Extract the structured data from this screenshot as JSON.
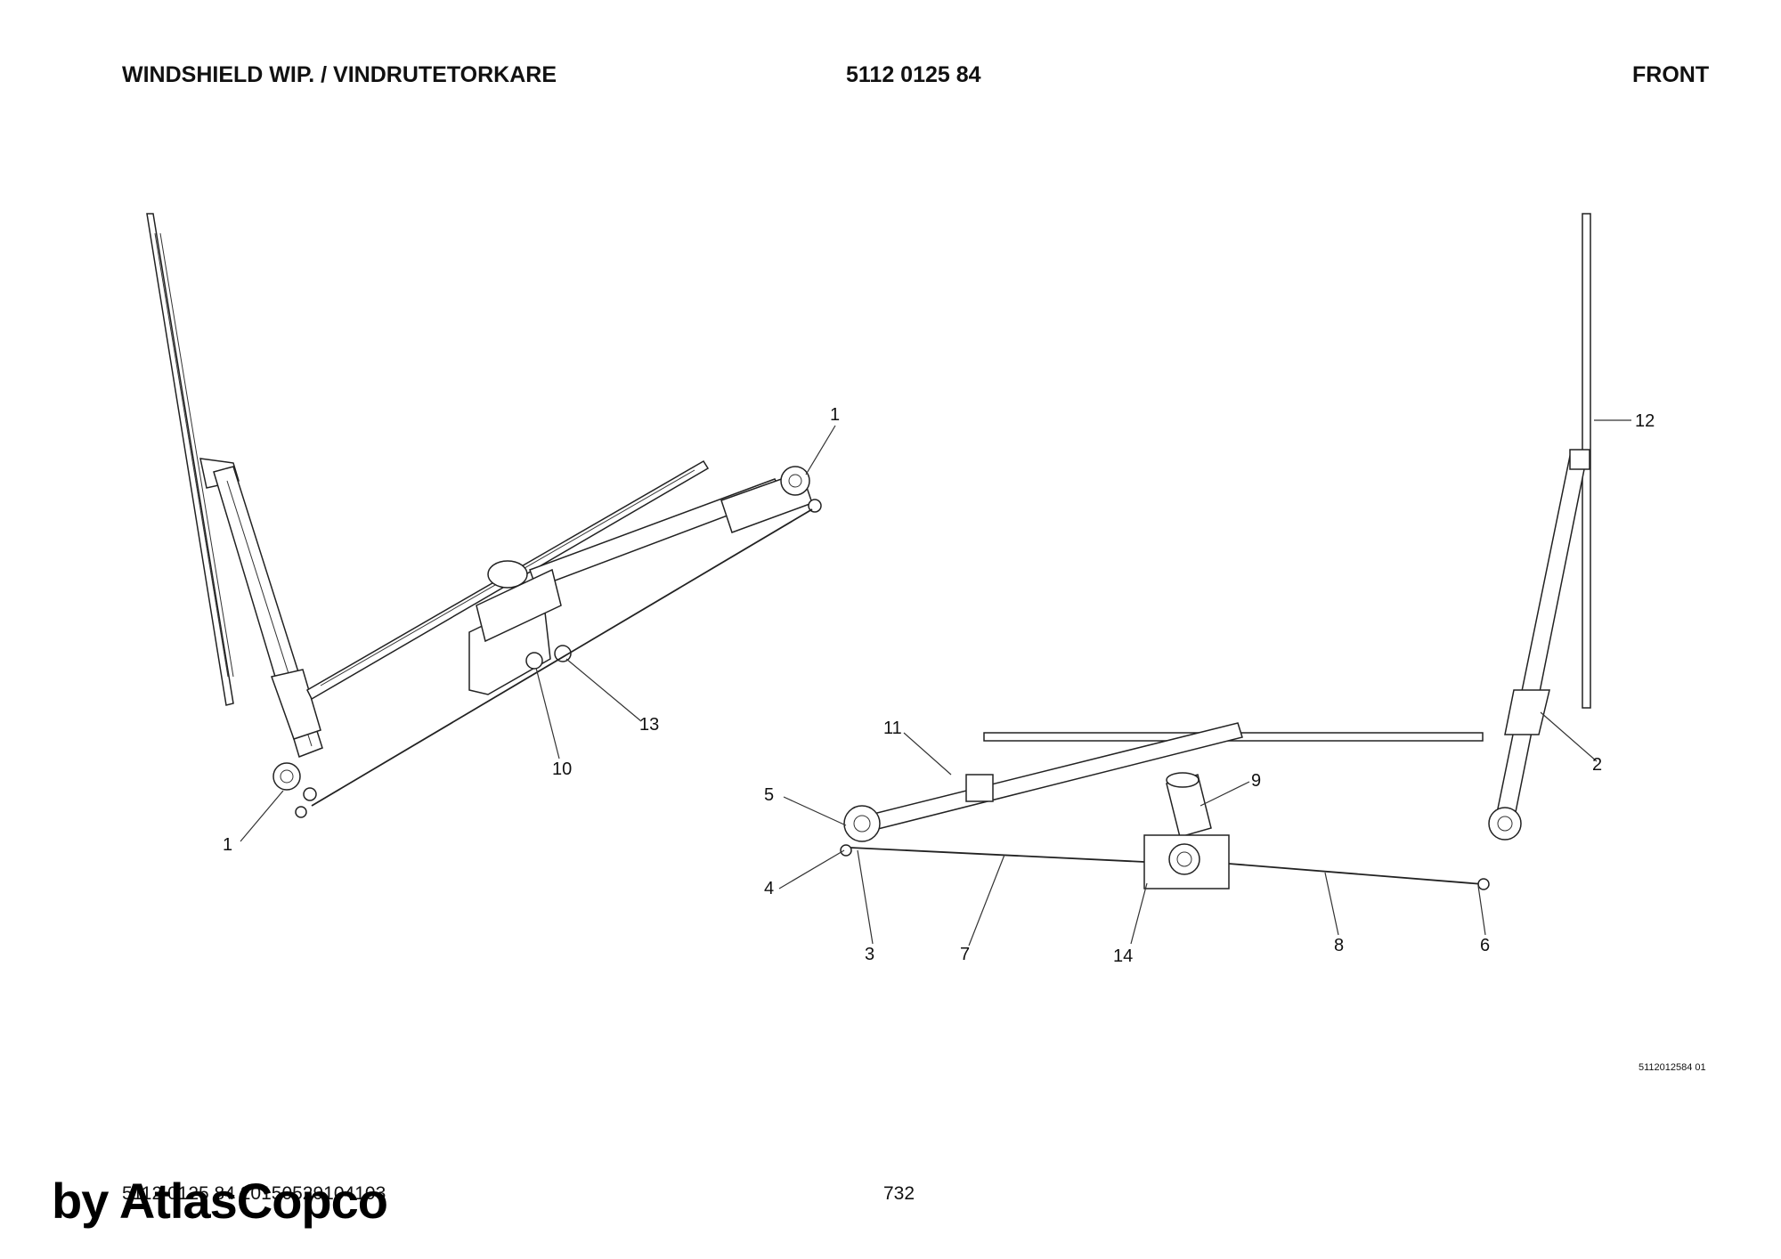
{
  "header": {
    "title": "WINDSHIELD WIP. / VINDRUTETORKARE",
    "part_number": "5112 0125 84",
    "view": "FRONT"
  },
  "callouts": [
    "1",
    "1",
    "13",
    "10",
    "12",
    "11",
    "9",
    "5",
    "4",
    "3",
    "7",
    "14",
    "8",
    "6",
    "2"
  ],
  "drawing_id": "5112012584 01",
  "footer": {
    "reference": "5112 0125 84 20150529104103",
    "page": "732",
    "brand": "by AtlasCopco"
  }
}
